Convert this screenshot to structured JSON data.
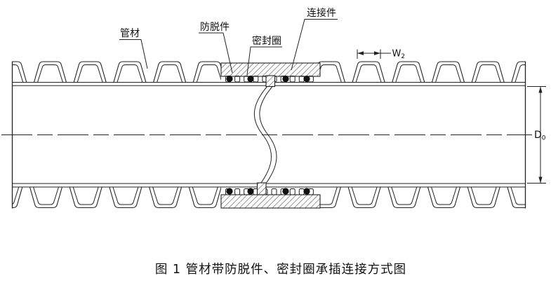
{
  "figure": {
    "callouts": {
      "pipe": "管材",
      "anti_release_part": "防脱件",
      "sealing_ring": "密封圈",
      "connector": "连接件"
    },
    "dimensions": {
      "corrugation_width_symbol": "W",
      "corrugation_width_subscript": "2",
      "inner_diameter_symbol": "D",
      "inner_diameter_subscript": "0"
    },
    "caption": "图 1 管材带防脱件、密封圈承插连接方式图"
  },
  "colors": {
    "line": "#222222",
    "hatch": "#3a3a3a",
    "background": "#ffffff",
    "seal_fill": "#101010"
  }
}
